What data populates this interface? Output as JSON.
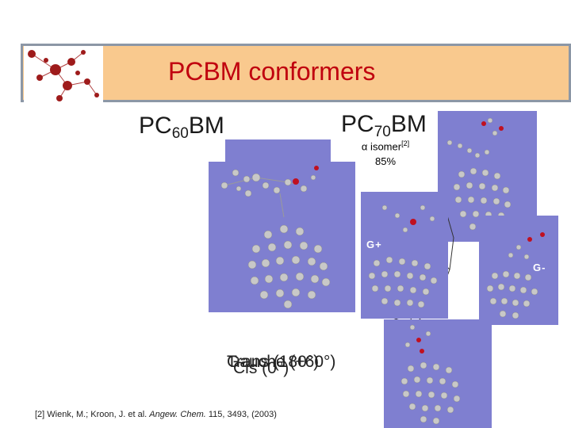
{
  "slide": {
    "title": "PCBM conformers",
    "pc60": {
      "prefix": "PC",
      "sub": "60",
      "suffix": "BM"
    },
    "pc70": {
      "prefix": "PC",
      "sub": "70",
      "suffix": "BM"
    },
    "isomer": {
      "symbol": "α",
      "word": " isomer",
      "ref": "[2]",
      "percent": "85%"
    },
    "labels": {
      "g_plus": "G+",
      "g_minus": "G-"
    },
    "overlapping_labels": [
      "Gauche (+60°)",
      "Trans (180°)",
      "Cis (0°)"
    ],
    "citation": {
      "authors": "[2] Wienk, M.; Kroon, J. et al. ",
      "journal": "Angew. Chem.",
      "details": " 115, 3493, (2003)"
    }
  },
  "colors": {
    "panel": "#7f7fd0",
    "title_bar": "#f9c98e",
    "title_text": "#c0000e",
    "atom": "#c8c8c8",
    "oxygen": "#c01020"
  }
}
